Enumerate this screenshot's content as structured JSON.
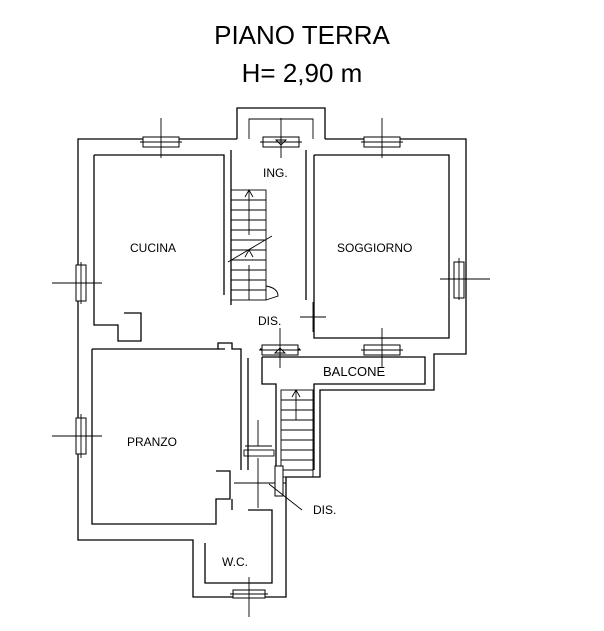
{
  "title": {
    "line1": "PIANO TERRA",
    "line2": "H= 2,90 m"
  },
  "rooms": {
    "ingresso": "ING.",
    "cucina": "CUCINA",
    "soggiorno": "SOGGIORNO",
    "disimpegno_1": "DIS.",
    "balcone": "BALCONE",
    "pranzo": "PRANZO",
    "disimpegno_2": "DIS.",
    "wc": "W.C."
  }
}
